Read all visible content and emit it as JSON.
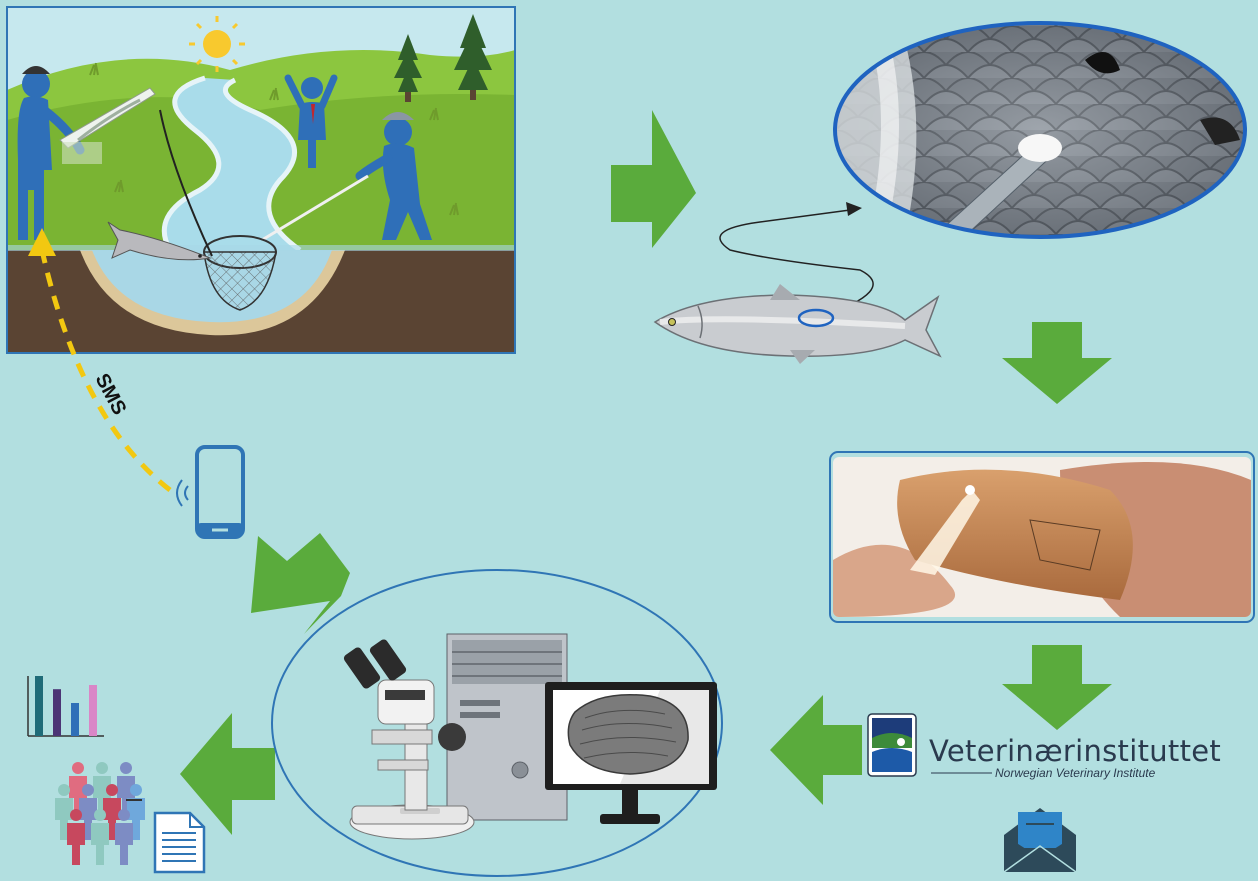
{
  "labels": {
    "sms": "SMS",
    "institute_name": "Veterinærinstituttet",
    "institute_subtitle": "Norwegian Veterinary Institute"
  },
  "colors": {
    "background": "#b2dfe0",
    "arrow": "#5aab3c",
    "panel_border": "#2f75b5",
    "person": "#2f6fb8",
    "sms_dash": "#f2c811"
  },
  "icons": {
    "sun": "sun-icon",
    "phone": "smartphone-icon",
    "mail": "envelope-icon",
    "document": "document-icon",
    "people": "people-group-icon",
    "chart": "bar-chart-icon",
    "microscope": "microscope-icon",
    "computer": "computer-tower-icon",
    "monitor": "monitor-icon",
    "fish": "salmon-icon"
  },
  "mini_chart": {
    "bars": [
      {
        "value": 1.0,
        "color": "#1f6b78"
      },
      {
        "value": 0.78,
        "color": "#4b3475"
      },
      {
        "value": 0.55,
        "color": "#2f6fb8"
      },
      {
        "value": 0.85,
        "color": "#d986c7"
      }
    ]
  }
}
